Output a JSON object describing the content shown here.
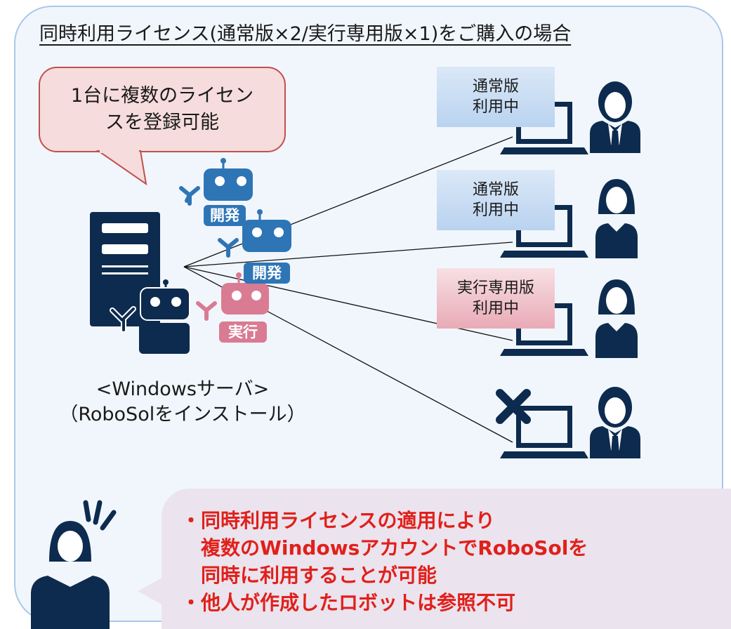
{
  "title": "同時利用ライセンス(通常版×2/実行専用版×1)をご購入の場合",
  "callout": "1台に複数のライセン\nスを登録可能",
  "server": {
    "caption_line1": "<Windowsサーバ>",
    "caption_line2": "（RoboSolをインストール）"
  },
  "robots": [
    {
      "badge": "開発",
      "color": "#2e75b6"
    },
    {
      "badge": "開発",
      "color": "#2e75b6"
    },
    {
      "badge": "実行",
      "color": "#d97b92"
    }
  ],
  "clients": [
    {
      "status": "通常版\n利用中",
      "type": "normal",
      "user": "male"
    },
    {
      "status": "通常版\n利用中",
      "type": "normal",
      "user": "female"
    },
    {
      "status": "実行専用版\n利用中",
      "type": "exec",
      "user": "female"
    },
    {
      "status": "",
      "type": "denied",
      "user": "male"
    }
  ],
  "notes": {
    "line1": "・同時利用ライセンスの適用により",
    "line2": "　複数のWindowsアカウントでRoboSolを",
    "line3": "　同時に利用することが可能",
    "line4": "・他人が作成したロボットは参照不可"
  },
  "colors": {
    "navy": "#0d2b4e",
    "accent_red": "#e0201a",
    "blue_robot": "#2e75b6",
    "pink_robot": "#d97b92"
  }
}
